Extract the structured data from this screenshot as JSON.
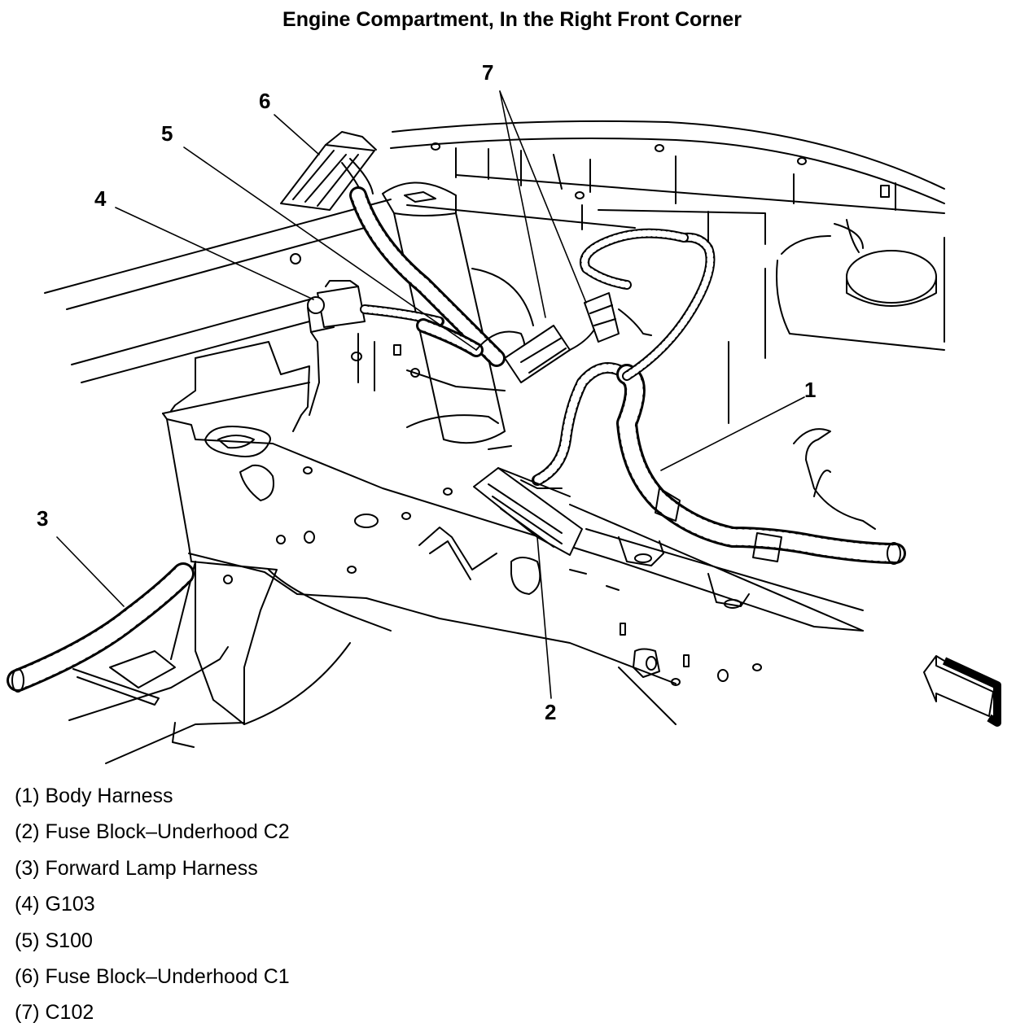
{
  "title": "Engine Compartment, In the Right Front Corner",
  "callouts": {
    "c1": "1",
    "c2": "2",
    "c3": "3",
    "c4": "4",
    "c5": "5",
    "c6": "6",
    "c7": "7"
  },
  "legend": [
    "(1) Body Harness",
    "(2) Fuse Block–Underhood C2",
    "(3) Forward Lamp Harness",
    "(4) G103",
    "(5) S100",
    "(6) Fuse Block–Underhood C1",
    "(7) C102"
  ],
  "icons": {
    "direction_arrow": "front-direction-arrow-icon"
  }
}
